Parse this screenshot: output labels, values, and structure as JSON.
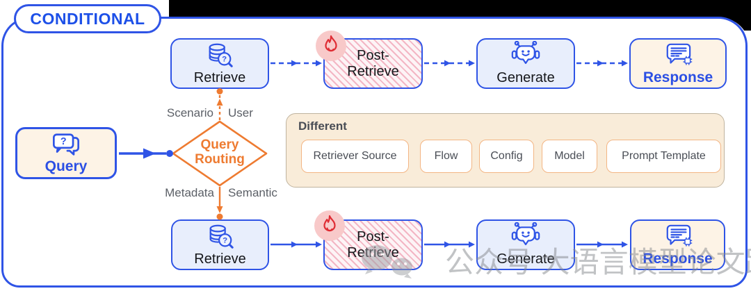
{
  "frame": {
    "label": "CONDITIONAL"
  },
  "stages": {
    "retrieve": "Retrieve",
    "post_retrieve": "Post-Retrieve",
    "generate": "Generate",
    "response": "Response"
  },
  "query": {
    "label": "Query"
  },
  "routing": {
    "line1": "Query",
    "line2": "Routing",
    "branch_top_left": "Scenario",
    "branch_top_right": "User",
    "branch_bottom_left": "Metadata",
    "branch_bottom_right": "Semantic"
  },
  "different": {
    "title": "Different",
    "chips": [
      "Retriever Source",
      "Flow",
      "Config",
      "Model",
      "Prompt Template"
    ]
  },
  "watermark": {
    "text": "公众号 大语言模型论文跟踪"
  },
  "icons": {
    "retrieve": "database-search-icon",
    "generate": "robot-icon",
    "response": "chat-response-icon",
    "query": "question-chat-icon",
    "hot": "fire-icon",
    "watermark_logo": "wechat-icon"
  },
  "colors": {
    "blue": "#2f54e6",
    "blue_text": "#2b4fe4",
    "orange": "#ee7b31",
    "light_blue_bg": "#e8eefc",
    "cream_bg": "#fdf3e6",
    "hatch_pink": "#eb829b",
    "fire_red": "#df2b33",
    "fire_circle": "#f8c9c9",
    "gray_label": "#5c6067",
    "different_bg": "#f9ecd9"
  }
}
